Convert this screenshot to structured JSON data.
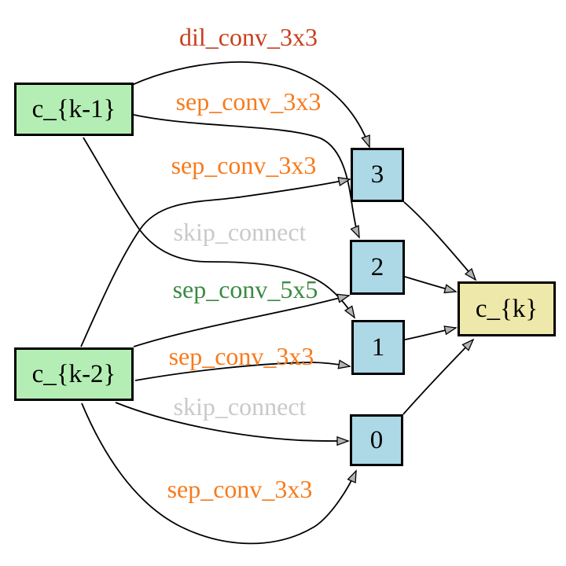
{
  "diagram": {
    "nodes": {
      "ck1": "c_{k-1}",
      "ck2": "c_{k-2}",
      "n0": "0",
      "n1": "1",
      "n2": "2",
      "n3": "3",
      "ck": "c_{k}"
    },
    "edge_labels": [
      {
        "text": "dil_conv_3x3",
        "color": "#c7401e"
      },
      {
        "text": "sep_conv_3x3",
        "color": "#f87a1c"
      },
      {
        "text": "sep_conv_3x3",
        "color": "#f87a1c"
      },
      {
        "text": "skip_connect",
        "color": "#c9c9c9"
      },
      {
        "text": "sep_conv_5x5",
        "color": "#3b8a42"
      },
      {
        "text": "sep_conv_3x3",
        "color": "#f87a1c"
      },
      {
        "text": "skip_connect",
        "color": "#c9c9c9"
      },
      {
        "text": "sep_conv_3x3",
        "color": "#f87a1c"
      }
    ],
    "edges": [
      {
        "from": "c_{k-1}",
        "to": "3",
        "op": "dil_conv_3x3"
      },
      {
        "from": "c_{k-1}",
        "to": "2",
        "op": "sep_conv_3x3"
      },
      {
        "from": "c_{k-2}",
        "to": "3",
        "op": "sep_conv_3x3"
      },
      {
        "from": "c_{k-1}",
        "to": "1",
        "op": "skip_connect"
      },
      {
        "from": "c_{k-2}",
        "to": "2",
        "op": "sep_conv_5x5"
      },
      {
        "from": "c_{k-2}",
        "to": "1",
        "op": "sep_conv_3x3"
      },
      {
        "from": "c_{k-2}",
        "to": "0",
        "op": "skip_connect"
      },
      {
        "from": "c_{k-2}",
        "to": "0",
        "op": "sep_conv_3x3"
      },
      {
        "from": "3",
        "to": "c_{k}",
        "op": ""
      },
      {
        "from": "2",
        "to": "c_{k}",
        "op": ""
      },
      {
        "from": "1",
        "to": "c_{k}",
        "op": ""
      },
      {
        "from": "0",
        "to": "c_{k}",
        "op": ""
      }
    ],
    "colors": {
      "input_fill": "#b4eeb4",
      "inner_fill": "#add8e6",
      "output_fill": "#eee8aa",
      "edge_stroke": "#000000",
      "arrowhead_fill": "#b3b3b3"
    }
  }
}
